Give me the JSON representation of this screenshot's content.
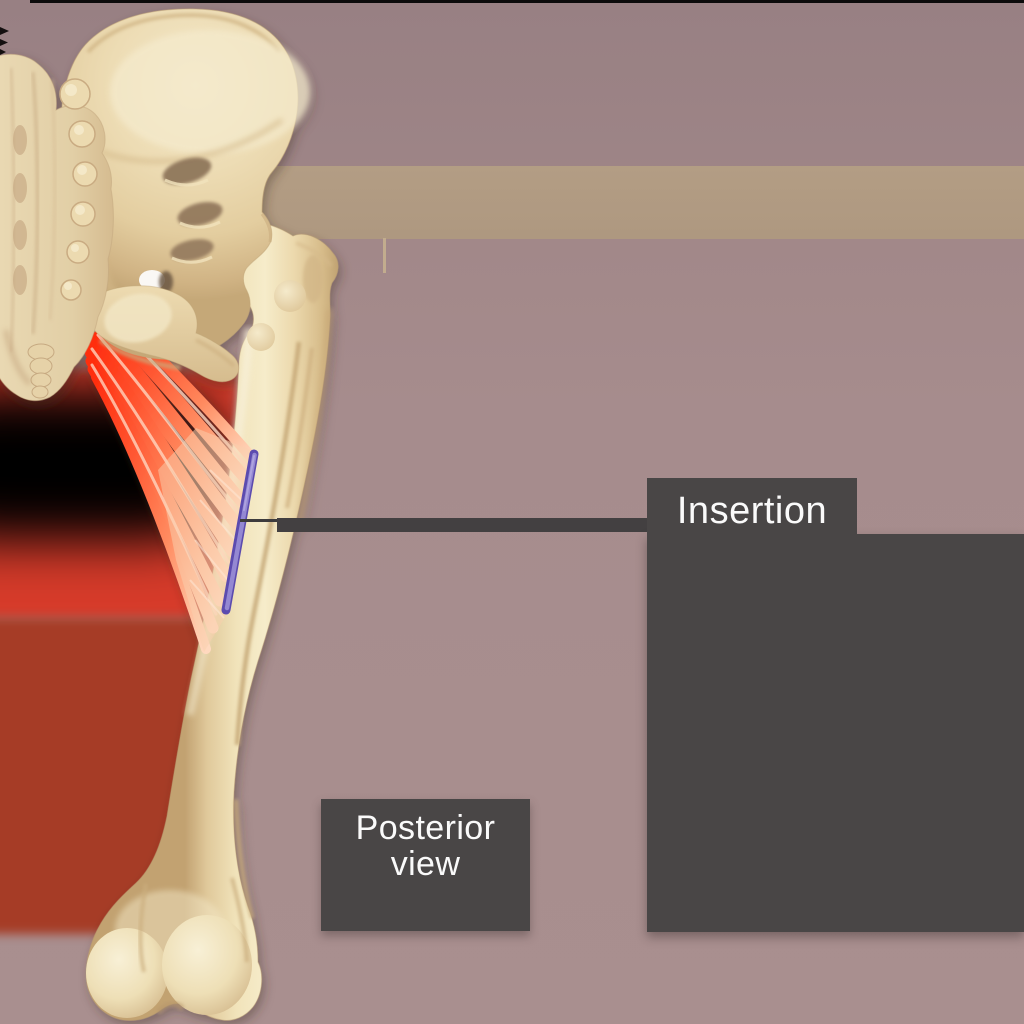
{
  "labels": {
    "insertion": "Insertion",
    "view_line1": "Posterior",
    "view_line2": "view"
  },
  "colors": {
    "background_mauve": "#a58b8c",
    "top_strip_black": "#0c0b0b",
    "tan_band": "#b19b82",
    "panel_dark": "#494646",
    "panel_text": "#fafafa",
    "leader_line": "#424041",
    "bone": "#ecd9ad",
    "bone_shadow": "#c9ab7c",
    "muscle_red": "#ff4a26",
    "muscle_light": "#ffd8bd",
    "insertion_marker_purple": "#6d5dbd",
    "backdrop_red_bright": "#d63b2a",
    "backdrop_red_dark": "#a63c26",
    "backdrop_black": "#000000"
  }
}
